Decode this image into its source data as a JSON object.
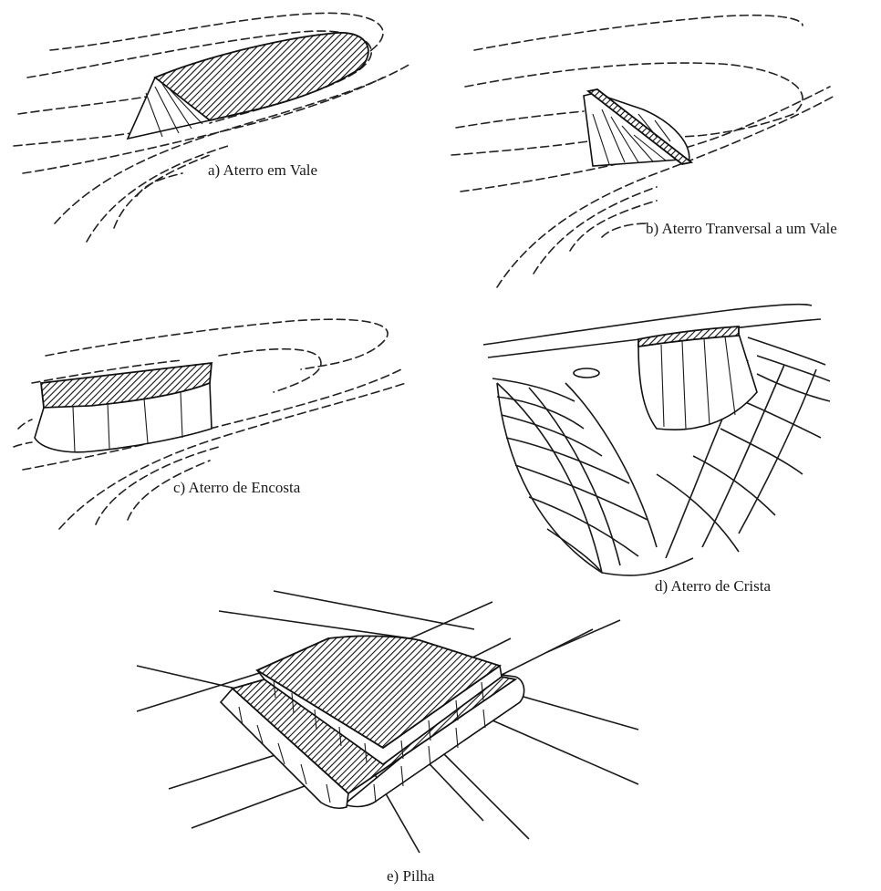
{
  "captions": {
    "a": "a) Aterro em Vale",
    "b": "b) Aterro Tranversal a um Vale",
    "c": "c) Aterro de Encosta",
    "d": "d) Aterro de Crista",
    "e": "e) Pilha"
  },
  "colors": {
    "background": "#ffffff",
    "ink": "#1a1a1a"
  }
}
